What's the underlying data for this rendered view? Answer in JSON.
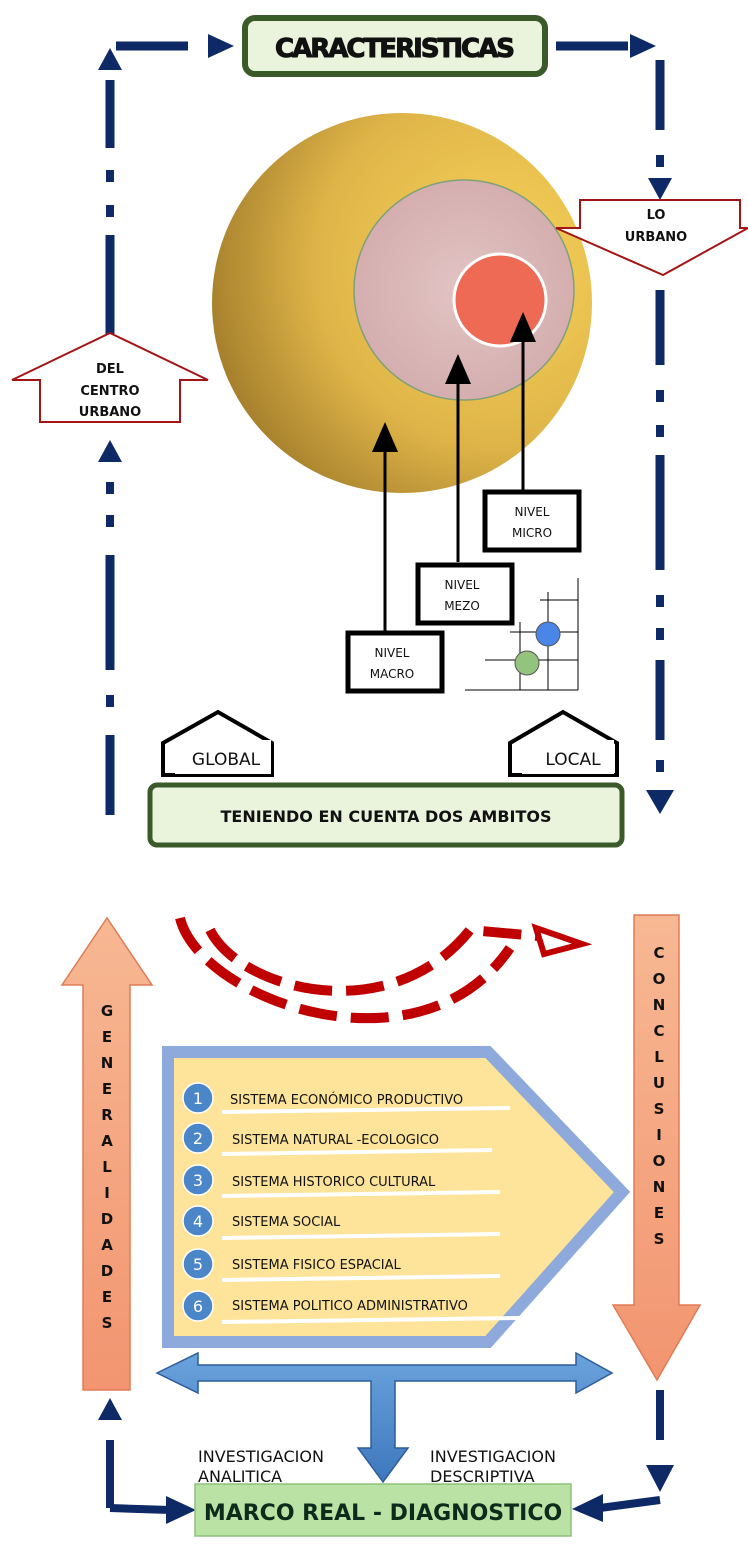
{
  "top": {
    "title": "CARACTERISTICAS",
    "lo_urbano": [
      "LO",
      "URBANO"
    ],
    "del_centro": [
      "DEL",
      "CENTRO",
      "URBANO"
    ],
    "levels": {
      "micro": [
        "NIVEL",
        "MICRO"
      ],
      "mezo": [
        "NIVEL",
        "MEZO"
      ],
      "macro": [
        "NIVEL",
        "MACRO"
      ]
    },
    "global": "GLOBAL",
    "local": "LOCAL",
    "ambitos": "TENIENDO EN CUENTA DOS AMBITOS"
  },
  "bottom": {
    "generalidades": [
      "G",
      "E",
      "N",
      "E",
      "R",
      "A",
      "L",
      "I",
      "D",
      "A",
      "D",
      "E",
      "S"
    ],
    "conclusiones": [
      "C",
      "O",
      "N",
      "C",
      "L",
      "U",
      "S",
      "I",
      "O",
      "N",
      "E",
      "S"
    ],
    "systems": [
      {
        "num": "1",
        "label": "SISTEMA ECONÓMICO PRODUCTIVO"
      },
      {
        "num": "2",
        "label": "SISTEMA NATURAL -ECOLOGICO"
      },
      {
        "num": "3",
        "label": "SISTEMA HISTORICO CULTURAL"
      },
      {
        "num": "4",
        "label": "SISTEMA SOCIAL"
      },
      {
        "num": "5",
        "label": "SISTEMA FISICO ESPACIAL"
      },
      {
        "num": "6",
        "label": "SISTEMA POLITICO ADMINISTRATIVO"
      }
    ],
    "inv_analitica": [
      "INVESTIGACION",
      "ANALITICA"
    ],
    "inv_descriptiva": [
      "INVESTIGACION",
      "DESCRIPTIVA"
    ],
    "marco": "MARCO REAL - DIAGNOSTICO"
  },
  "colors": {
    "navy": "#0d2a66",
    "dark_green": "#3a5a2a",
    "pale_green": "#e6f2d8",
    "gold": "#e2b84a",
    "pink": "#dcb8b8",
    "red_circle": "#ee6a55",
    "dark_red": "#a31515",
    "salmon": "#f4a581",
    "blue": "#4a86c8",
    "yellow": "#fde49a",
    "periwinkle": "#8ea9db",
    "green_box": "#b9e2a4"
  }
}
